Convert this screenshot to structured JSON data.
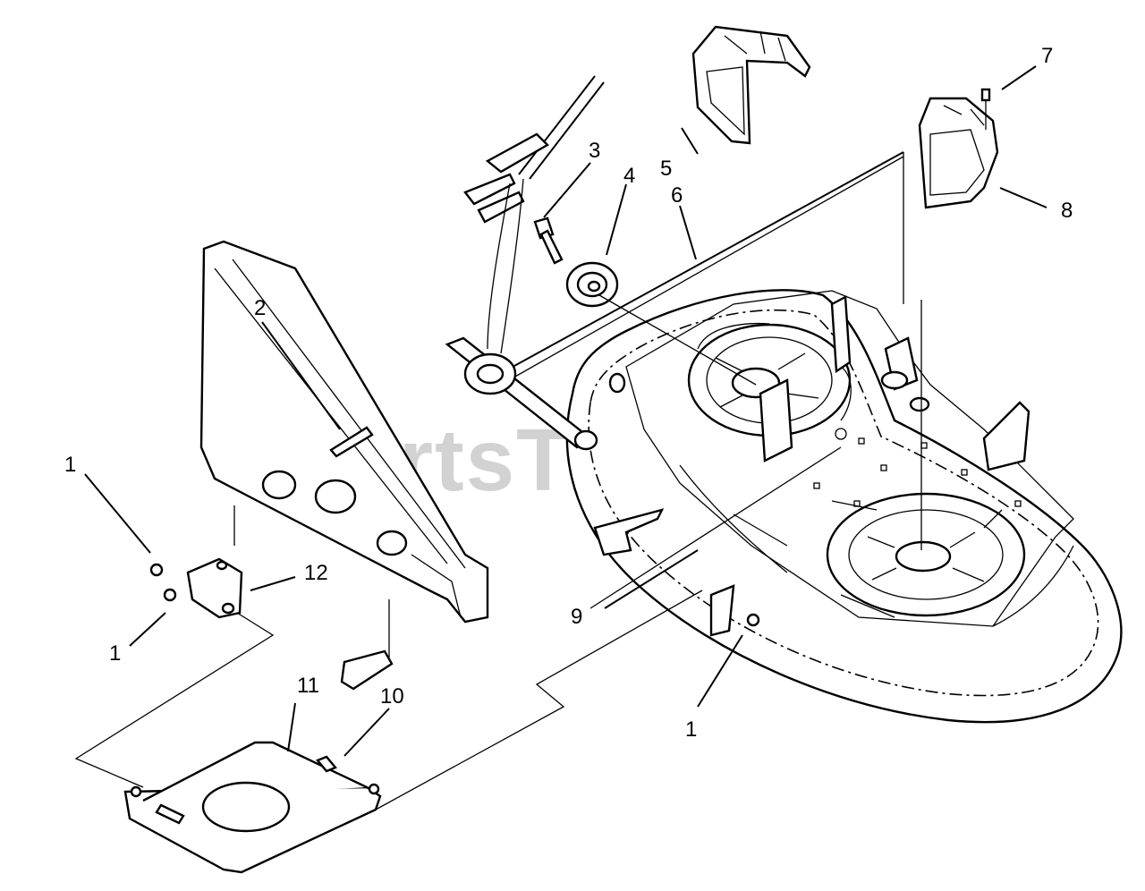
{
  "watermark": "PartsTree",
  "callouts": {
    "c1a": "1",
    "c1b": "1",
    "c1c": "1",
    "c2": "2",
    "c3": "3",
    "c4": "4",
    "c5": "5",
    "c6": "6",
    "c7": "7",
    "c8": "8",
    "c9": "9",
    "c10": "10",
    "c11": "11",
    "c12": "12"
  }
}
